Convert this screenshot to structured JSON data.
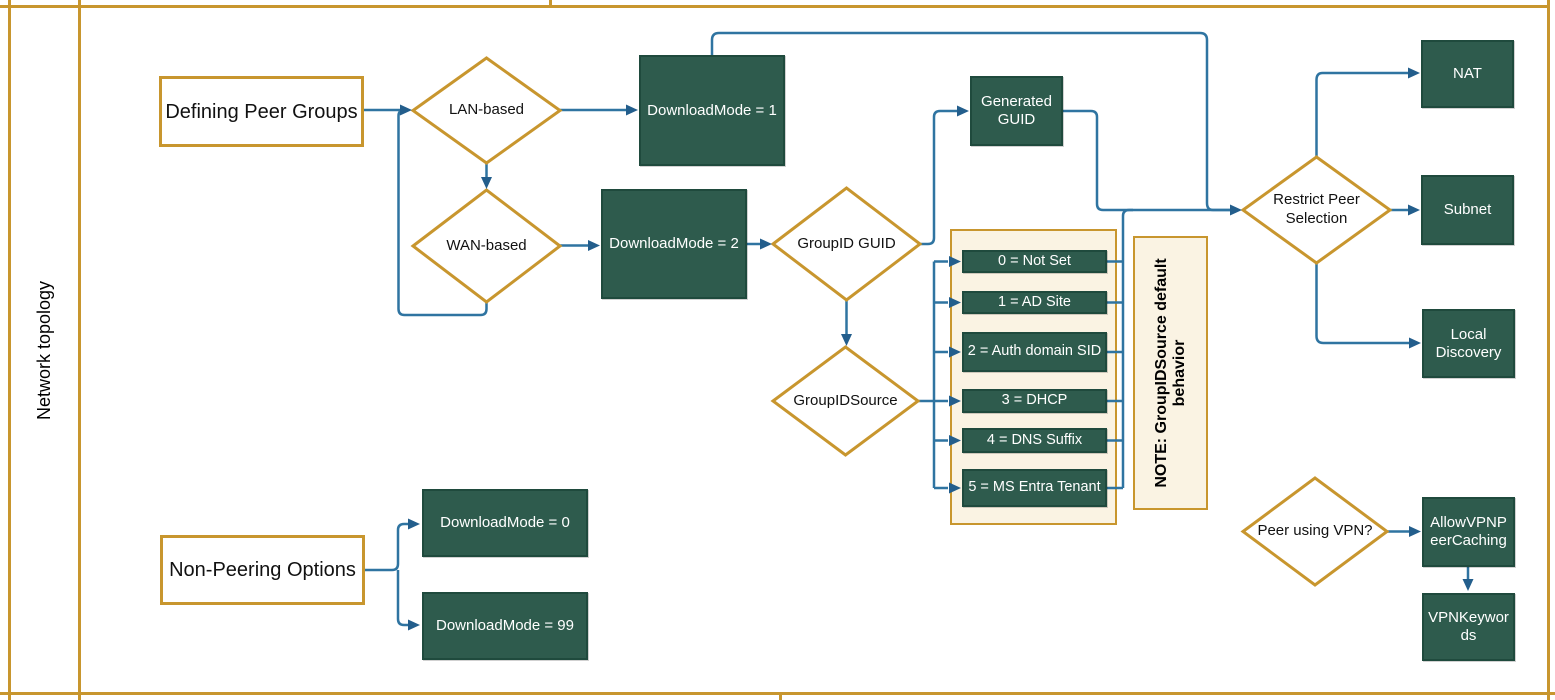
{
  "theme": {
    "gold": "#C8962E",
    "green": "#2E5B4D",
    "greenBorder": "#1F4A3D",
    "blue": "#2F74A1",
    "blueDark": "#235E8C",
    "cream": "#FAF3E3",
    "ink": "#1A1A1A"
  },
  "lane": {
    "label": "Network topology"
  },
  "nodes": {
    "definingPeerGroups": "Defining Peer Groups",
    "lanBased": "LAN-based",
    "downloadMode1": "DownloadMode = 1",
    "wanBased": "WAN-based",
    "downloadMode2": "DownloadMode = 2",
    "groupIdGuid": "GroupID GUID",
    "generatedGuid": "Generated GUID",
    "groupIdSource": "GroupIDSource",
    "options": [
      "0 = Not Set",
      "1 = AD Site",
      "2 = Auth domain SID",
      "3 = DHCP",
      "4 = DNS Suffix",
      "5 = MS Entra Tenant"
    ],
    "note": "NOTE: GroupIDSource default behavior",
    "restrictPeerSelection": "Restrict Peer Selection",
    "nat": "NAT",
    "subnet": "Subnet",
    "localDiscovery": "Local Discovery",
    "peerUsingVpn": "Peer using VPN?",
    "allowVpnPeerCaching": "AllowVPNPeerCaching",
    "vpnKeywords": "VPNKeywords",
    "nonPeeringOptions": "Non-Peering Options",
    "downloadMode0": "DownloadMode = 0",
    "downloadMode99": "DownloadMode = 99"
  }
}
